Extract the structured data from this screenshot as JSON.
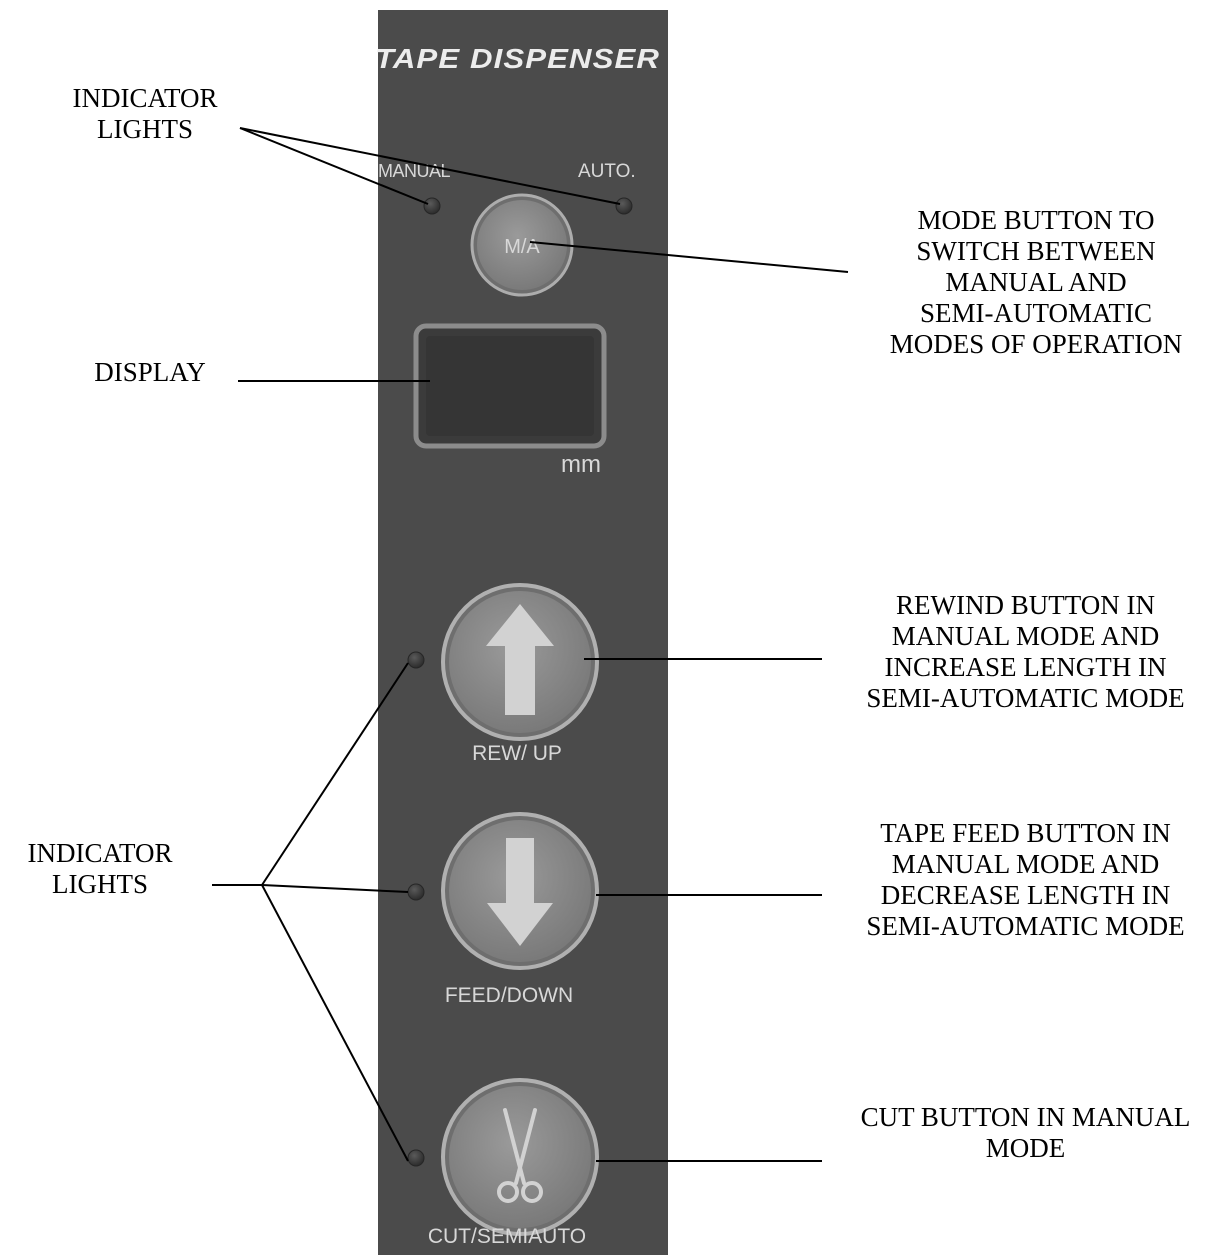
{
  "panel": {
    "brand": "TAPE DISPENSER",
    "label_manual": "MANUAL",
    "label_auto": "AUTO.",
    "mode_button_label": "M/A",
    "display_unit": "mm",
    "label_rew_up": "REW/ UP",
    "label_feed_down": "FEED/DOWN",
    "label_cut": "CUT/SEMIAUTO"
  },
  "icons": {
    "rew_button": "up-arrow-icon",
    "feed_button": "down-arrow-icon",
    "cut_button": "scissors-icon"
  },
  "colors": {
    "panel": "#4b4b4b",
    "button": "#8a8a8a",
    "button_ring": "#b0b0b0",
    "indicator_light": "#333333",
    "display_frame": "#8c8c8c"
  },
  "callouts": {
    "indicator_lights_top": [
      "INDICATOR",
      "LIGHTS"
    ],
    "mode_button": [
      "MODE BUTTON TO",
      "SWITCH BETWEEN",
      "MANUAL AND",
      "SEMI-AUTOMATIC",
      "MODES OF OPERATION"
    ],
    "display": [
      "DISPLAY"
    ],
    "rewind_button": [
      "REWIND BUTTON IN",
      "MANUAL MODE AND",
      "INCREASE LENGTH IN",
      "SEMI-AUTOMATIC MODE"
    ],
    "indicator_lights_bottom": [
      "INDICATOR",
      "LIGHTS"
    ],
    "tape_feed_button": [
      "TAPE FEED BUTTON IN",
      "MANUAL MODE AND",
      "DECREASE LENGTH IN",
      "SEMI-AUTOMATIC MODE"
    ],
    "cut_button": [
      "CUT BUTTON IN MANUAL",
      "MODE"
    ]
  }
}
